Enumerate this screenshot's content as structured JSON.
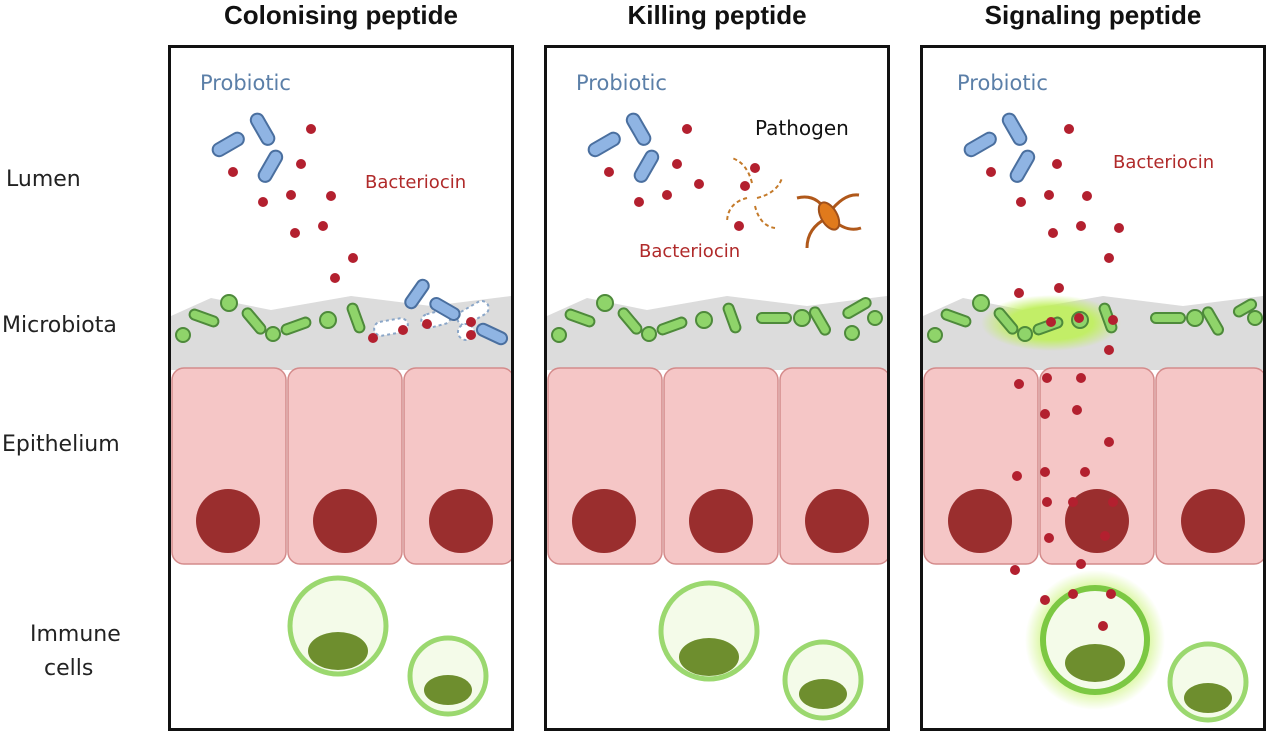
{
  "row_labels": {
    "lumen": "Lumen",
    "microbiota": "Microbiota",
    "epithelium": "Epithelium",
    "immune_line1": "Immune",
    "immune_line2": "cells"
  },
  "panels": [
    {
      "title": "Colonising peptide",
      "probiotic": "Probiotic",
      "bacteriocin": "Bacteriocin"
    },
    {
      "title": "Killing peptide",
      "probiotic": "Probiotic",
      "bacteriocin": "Bacteriocin",
      "pathogen": "Pathogen"
    },
    {
      "title": "Signaling peptide",
      "probiotic": "Probiotic",
      "bacteriocin": "Bacteriocin"
    }
  ],
  "colors": {
    "probiotic": "#8fb4e3",
    "bacteriocin": "#b3202f",
    "microbiota": "#8fd46a",
    "epithelium": "#f4c2c2",
    "nucleus": "#9a2e2e",
    "immune_cell": "#8fd46a",
    "pathogen": "#e07a1c"
  }
}
